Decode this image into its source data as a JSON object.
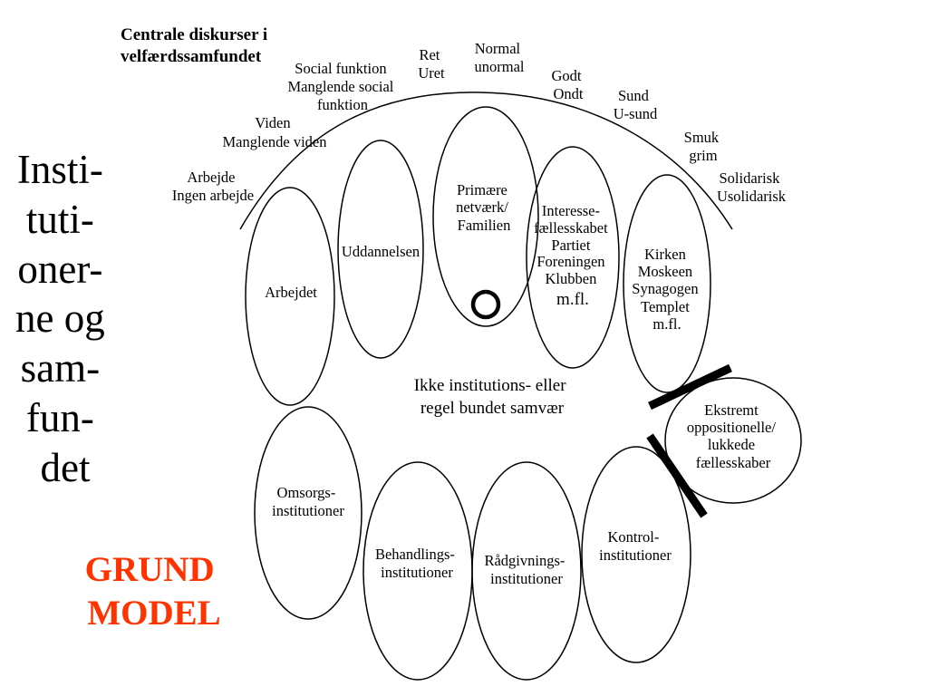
{
  "heading": {
    "lines": [
      "Centrale diskurser i",
      "velfærdssamfundet"
    ]
  },
  "side_title": {
    "lines": [
      "Insti-",
      "tuti-",
      "oner-",
      "ne og",
      "sam-",
      "fun-",
      "det"
    ]
  },
  "model_label": {
    "lines": [
      "GRUND",
      "MODEL"
    ],
    "color": "#ff3300"
  },
  "discourses": [
    {
      "lines": [
        "Arbejde",
        "Ingen arbejde"
      ]
    },
    {
      "lines": [
        "Viden",
        "Manglende viden"
      ]
    },
    {
      "lines": [
        "Social funktion",
        "Manglende social",
        "funktion"
      ]
    },
    {
      "lines": [
        "Ret",
        "Uret"
      ]
    },
    {
      "lines": [
        "Normal",
        "unormal"
      ]
    },
    {
      "lines": [
        "Godt",
        "Ondt"
      ]
    },
    {
      "lines": [
        "Sund",
        "U-sund"
      ]
    },
    {
      "lines": [
        "Smuk",
        "grim"
      ]
    },
    {
      "lines": [
        "Solidarisk",
        "Usolidarisk"
      ]
    }
  ],
  "institutions_upper": [
    {
      "lines": [
        "Arbejdet"
      ]
    },
    {
      "lines": [
        "Uddannelsen"
      ]
    },
    {
      "lines": [
        "Primære",
        "netværk/",
        "Familien"
      ]
    },
    {
      "lines": [
        "Interesse-",
        "fællesskabet",
        "Partiet",
        "Foreningen",
        "Klubben",
        "m.fl."
      ]
    },
    {
      "lines": [
        "Kirken",
        "Moskeen",
        "Synagogen",
        "Templet",
        "m.fl."
      ]
    }
  ],
  "center_text": {
    "lines": [
      "Ikke institutions- eller",
      "regel bundet samvær"
    ]
  },
  "extreme_group": {
    "lines": [
      "Ekstremt",
      "oppositionelle/",
      "lukkede",
      "fællesskaber"
    ]
  },
  "institutions_lower": [
    {
      "lines": [
        "Omsorgs-",
        "institutioner"
      ]
    },
    {
      "lines": [
        "Behandlings-",
        "institutioner"
      ]
    },
    {
      "lines": [
        "Rådgivnings-",
        "institutioner"
      ]
    },
    {
      "lines": [
        "Kontrol-",
        "institutioner"
      ]
    }
  ]
}
